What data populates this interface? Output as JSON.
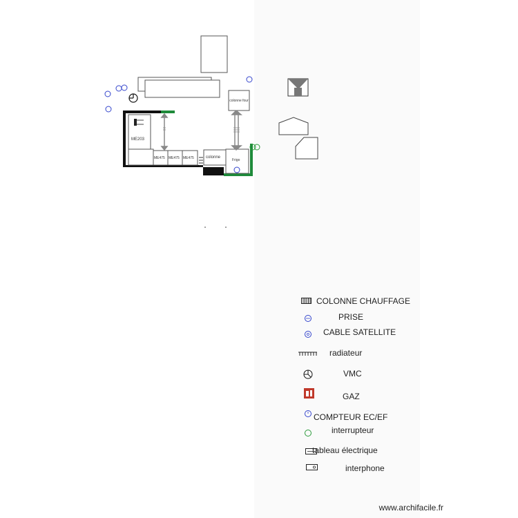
{
  "plan": {
    "labels": {
      "colonne_four": "colonne four",
      "me203": "ME203",
      "me475_1": "ME475",
      "me475_2": "ME475",
      "me475_3": "ME475",
      "colonne": "colonne",
      "frigo": "Frigo"
    }
  },
  "legend": {
    "items": [
      {
        "label": "COLONNE CHAUFFAGE",
        "icon": "radiator-column-icon"
      },
      {
        "label": "PRISE",
        "icon": "socket-icon"
      },
      {
        "label": "CABLE SATELLITE",
        "icon": "satellite-socket-icon"
      },
      {
        "label": "radiateur",
        "icon": "radiator-icon"
      },
      {
        "label": "VMC",
        "icon": "vmc-icon"
      },
      {
        "label": "GAZ",
        "icon": "gas-icon"
      },
      {
        "label": "COMPTEUR EC/EF",
        "icon": "meter-icon"
      },
      {
        "label": "interrupteur",
        "icon": "switch-icon"
      },
      {
        "label": "tableau électrique",
        "icon": "electric-panel-icon"
      },
      {
        "label": "interphone",
        "icon": "intercom-icon"
      }
    ]
  },
  "footer": {
    "watermark": "www.archifacile.fr"
  },
  "colors": {
    "wall": "#111111",
    "green_wall": "#1e8a3a",
    "socket_blue": "#3344cc",
    "gas_red": "#c0392b",
    "switch_green": "#2a9a3a"
  }
}
